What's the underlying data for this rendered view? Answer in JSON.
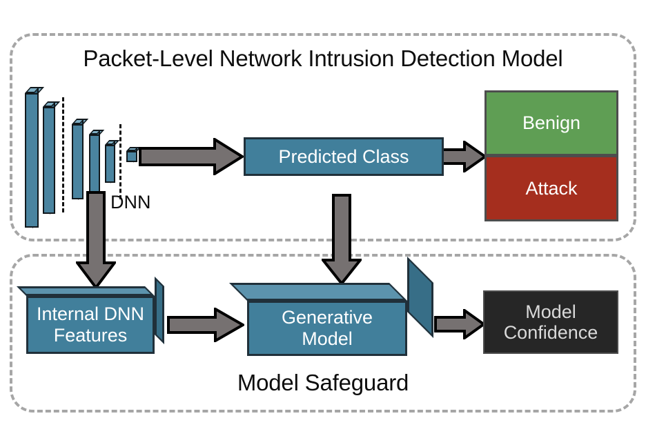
{
  "diagram": {
    "type": "block-diagram",
    "panels": [
      {
        "id": "top",
        "title": "Packet-Level Network Intrusion Detection Model",
        "title_position": "top"
      },
      {
        "id": "bottom",
        "title": "Model Safeguard",
        "title_position": "bottom"
      }
    ],
    "labels": {
      "dnn": "DNN"
    },
    "nodes": {
      "predicted_class": "Predicted Class",
      "benign": "Benign",
      "attack": "Attack",
      "internal_features_line1": "Internal DNN",
      "internal_features_line2": "Features",
      "generative_model_line1": "Generative",
      "generative_model_line2": "Model",
      "model_confidence_line1": "Model",
      "model_confidence_line2": "Confidence"
    },
    "dnn_layers": {
      "count": 6,
      "heights": [
        200,
        160,
        122,
        98,
        70,
        22
      ],
      "separator_dashes": 2
    },
    "arrows": [
      {
        "name": "dnn-to-predicted-class",
        "direction": "right"
      },
      {
        "name": "predicted-class-to-classes",
        "direction": "right"
      },
      {
        "name": "dnn-to-internal-features",
        "direction": "down"
      },
      {
        "name": "predicted-class-to-generative",
        "direction": "down"
      },
      {
        "name": "internal-features-to-generative",
        "direction": "right"
      },
      {
        "name": "generative-to-model-confidence",
        "direction": "right"
      }
    ],
    "colors": {
      "panel_border": "#a6a6a6",
      "node_blue": "#417f9b",
      "node_blue_top": "#5c93ad",
      "node_blue_side": "#376e87",
      "dnn_bar": "#4a84a0",
      "benign_green": "#5f9e54",
      "attack_red": "#a52e1e",
      "confidence_black": "#262626",
      "arrow_gray": "#767171",
      "arrow_outline": "#000000",
      "text_light": "#ffffff",
      "text_dark": "#0d0d0d",
      "background": "#ffffff"
    }
  }
}
